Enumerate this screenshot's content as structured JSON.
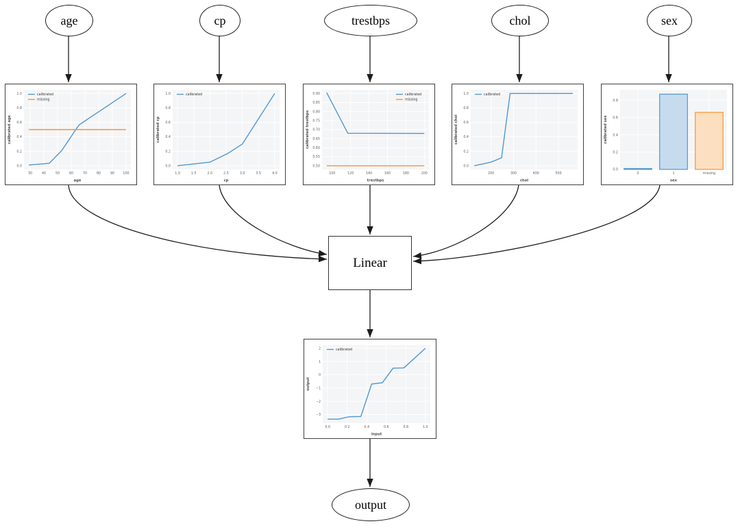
{
  "diagram": {
    "nodes": {
      "age": "age",
      "cp": "cp",
      "trestbps": "trestbps",
      "chol": "chol",
      "sex": "sex",
      "linear": "Linear",
      "output": "output"
    },
    "colors": {
      "calibrated_line": "#4f97d1",
      "missing_line": "#fd9233",
      "bar_blue_fill": "#c6dbee",
      "bar_orange_fill": "#fcdfc0",
      "plot_bg": "#f4f5f6",
      "grid": "#ffffff",
      "tick_text": "#606060",
      "axis_text": "#4a4a4a",
      "edge": "#1c1c1c"
    }
  },
  "chart_data": [
    {
      "id": "age",
      "type": "line",
      "title": "",
      "xlabel": "age",
      "ylabel": "calibrated age",
      "xlim": [
        25.5,
        103.5
      ],
      "ylim": [
        -0.05,
        1.05
      ],
      "xticks": [
        30,
        40,
        50,
        60,
        70,
        80,
        90,
        100
      ],
      "xtick_labels": [
        "30",
        "40",
        "50",
        "60",
        "70",
        "80",
        "90",
        "100"
      ],
      "yticks": [
        0.0,
        0.2,
        0.4,
        0.6,
        0.8,
        1.0
      ],
      "ytick_labels": [
        "0.0",
        "0.2",
        "0.4",
        "0.6",
        "0.8",
        "1.0"
      ],
      "legend": {
        "position": "upper-left",
        "entries": [
          {
            "name": "calibrated",
            "color": "#4f97d1"
          },
          {
            "name": "missing",
            "color": "#fd9233"
          }
        ]
      },
      "series": [
        {
          "name": "calibrated",
          "color": "#4f97d1",
          "points": [
            [
              29,
              0.01
            ],
            [
              44,
              0.035
            ],
            [
              53,
              0.21
            ],
            [
              58,
              0.35
            ],
            [
              64,
              0.52
            ],
            [
              66,
              0.57
            ],
            [
              100,
              1.0
            ]
          ]
        },
        {
          "name": "missing",
          "color": "#fd9233",
          "points": [
            [
              29,
              0.5
            ],
            [
              100,
              0.5
            ]
          ]
        }
      ]
    },
    {
      "id": "cp",
      "type": "line",
      "title": "",
      "xlabel": "cp",
      "ylabel": "calibrated cp",
      "xlim": [
        0.85,
        4.15
      ],
      "ylim": [
        -0.05,
        1.05
      ],
      "xticks": [
        1.0,
        1.5,
        2.0,
        2.5,
        3.0,
        3.5,
        4.0
      ],
      "xtick_labels": [
        "1.0",
        "1.5",
        "2.0",
        "2.5",
        "3.0",
        "3.5",
        "4.0"
      ],
      "yticks": [
        0.0,
        0.2,
        0.4,
        0.6,
        0.8,
        1.0
      ],
      "ytick_labels": [
        "0.0",
        "0.2",
        "0.4",
        "0.6",
        "0.8",
        "1.0"
      ],
      "legend": {
        "position": "upper-left",
        "entries": [
          {
            "name": "calibrated",
            "color": "#4f97d1"
          }
        ]
      },
      "series": [
        {
          "name": "calibrated",
          "color": "#4f97d1",
          "points": [
            [
              1.0,
              0.0
            ],
            [
              2.0,
              0.05
            ],
            [
              2.55,
              0.17
            ],
            [
              3.0,
              0.3
            ],
            [
              4.0,
              1.0
            ]
          ]
        }
      ]
    },
    {
      "id": "trestbps",
      "type": "line",
      "title": "",
      "xlabel": "trestbps",
      "ylabel": "calibrated trestbps",
      "xlim": [
        89,
        205
      ],
      "ylim": [
        0.48,
        0.92
      ],
      "xticks": [
        100,
        120,
        140,
        160,
        180,
        200
      ],
      "xtick_labels": [
        "100",
        "120",
        "140",
        "160",
        "180",
        "200"
      ],
      "yticks": [
        0.5,
        0.55,
        0.6,
        0.65,
        0.7,
        0.75,
        0.8,
        0.85,
        0.9
      ],
      "ytick_labels": [
        "0.50",
        "0.55",
        "0.60",
        "0.65",
        "0.70",
        "0.75",
        "0.80",
        "0.85",
        "0.90"
      ],
      "legend": {
        "position": "upper-right",
        "entries": [
          {
            "name": "calibrated",
            "color": "#4f97d1"
          },
          {
            "name": "missing",
            "color": "#fd9233"
          }
        ]
      },
      "series": [
        {
          "name": "calibrated",
          "color": "#4f97d1",
          "points": [
            [
              94,
              0.905
            ],
            [
              117,
              0.68
            ],
            [
              200,
              0.679
            ]
          ]
        },
        {
          "name": "missing",
          "color": "#fd9233",
          "points": [
            [
              94,
              0.5
            ],
            [
              200,
              0.5
            ]
          ]
        }
      ]
    },
    {
      "id": "chol",
      "type": "line",
      "title": "",
      "xlabel": "chol",
      "ylabel": "calibrated chol",
      "xlim": [
        110,
        585
      ],
      "ylim": [
        -0.05,
        1.05
      ],
      "xticks": [
        200,
        300,
        400,
        500
      ],
      "xtick_labels": [
        "200",
        "300",
        "400",
        "500"
      ],
      "yticks": [
        0.0,
        0.2,
        0.4,
        0.6,
        0.8,
        1.0
      ],
      "ytick_labels": [
        "0.0",
        "0.2",
        "0.4",
        "0.6",
        "0.8",
        "1.0"
      ],
      "legend": {
        "position": "upper-left",
        "entries": [
          {
            "name": "calibrated",
            "color": "#4f97d1"
          }
        ]
      },
      "series": [
        {
          "name": "calibrated",
          "color": "#4f97d1",
          "points": [
            [
              126,
              0.0
            ],
            [
              200,
              0.05
            ],
            [
              247,
              0.11
            ],
            [
              285,
              1.0
            ],
            [
              564,
              1.0
            ]
          ]
        }
      ]
    },
    {
      "id": "sex",
      "type": "bar",
      "title": "",
      "xlabel": "sex",
      "ylabel": "calibrated sex",
      "categories": [
        "0",
        "1",
        "missing"
      ],
      "values": [
        0.01,
        0.87,
        0.66
      ],
      "bar_fills": [
        "#c6dbee",
        "#c6dbee",
        "#fcdfc0"
      ],
      "bar_edges": [
        "#4f97d1",
        "#4f97d1",
        "#fd9233"
      ],
      "ylim": [
        0,
        0.92
      ],
      "yticks": [
        0.0,
        0.2,
        0.4,
        0.6,
        0.8
      ],
      "ytick_labels": [
        "0.0",
        "0.2",
        "0.4",
        "0.6",
        "0.8"
      ],
      "legend": null,
      "series": []
    },
    {
      "id": "output",
      "type": "line",
      "title": "",
      "xlabel": "input",
      "ylabel": "output",
      "xlim": [
        -0.05,
        1.05
      ],
      "ylim": [
        -3.65,
        2.25
      ],
      "xticks": [
        0.0,
        0.2,
        0.4,
        0.6,
        0.8,
        1.0
      ],
      "xtick_labels": [
        "0.0",
        "0.2",
        "0.4",
        "0.6",
        "0.8",
        "1.0"
      ],
      "yticks": [
        -3,
        -2,
        -1,
        0,
        1,
        2
      ],
      "ytick_labels": [
        "−3",
        "−2",
        "−1",
        "0",
        "1",
        "2"
      ],
      "legend": {
        "position": "upper-left",
        "entries": [
          {
            "name": "calibrated",
            "color": "#4f97d1"
          }
        ]
      },
      "series": [
        {
          "name": "calibrated",
          "color": "#4f97d1",
          "points": [
            [
              0.0,
              -3.35
            ],
            [
              0.11,
              -3.35
            ],
            [
              0.22,
              -3.17
            ],
            [
              0.34,
              -3.15
            ],
            [
              0.45,
              -0.7
            ],
            [
              0.56,
              -0.6
            ],
            [
              0.67,
              0.5
            ],
            [
              0.78,
              0.52
            ],
            [
              1.0,
              2.0
            ]
          ]
        }
      ]
    }
  ]
}
